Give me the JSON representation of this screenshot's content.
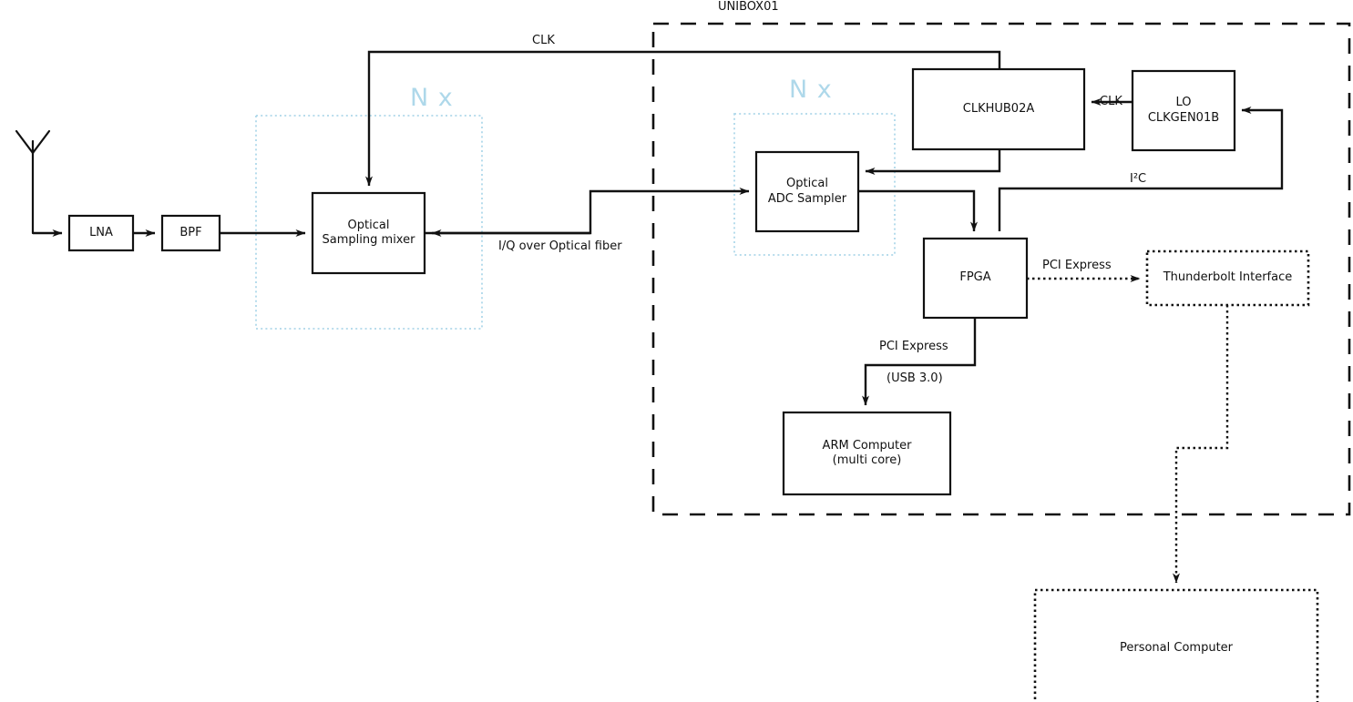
{
  "diagram": {
    "title": "UNIBOX01",
    "enclosure": {
      "label": "UNIBOX01",
      "style": "dashed"
    },
    "colors": {
      "stroke": "#111111",
      "text": "#111111",
      "nx_accent": "#aed8ea",
      "background": "#ffffff"
    },
    "repeat_groups": [
      {
        "id": "nx-left",
        "label": "N x",
        "contains": "Optical Sampling mixer"
      },
      {
        "id": "nx-right",
        "label": "N x",
        "contains": "Optical ADC Sampler"
      }
    ],
    "blocks": [
      {
        "id": "antenna",
        "label": "",
        "style": "antenna"
      },
      {
        "id": "lna",
        "label": "LNA",
        "style": "solid"
      },
      {
        "id": "bpf",
        "label": "BPF",
        "style": "solid"
      },
      {
        "id": "mixer",
        "label": "Optical\nSampling mixer",
        "line1": "Optical",
        "line2": "Sampling mixer",
        "style": "solid"
      },
      {
        "id": "adc",
        "label": "Optical\nADC Sampler",
        "line1": "Optical",
        "line2": "ADC Sampler",
        "style": "solid"
      },
      {
        "id": "clkhub",
        "label": "CLKHUB02A",
        "style": "solid"
      },
      {
        "id": "lo",
        "label": "LO\nCLKGEN01B",
        "line1": "LO",
        "line2": "CLKGEN01B",
        "style": "solid"
      },
      {
        "id": "fpga",
        "label": "FPGA",
        "style": "solid"
      },
      {
        "id": "arm",
        "label": "ARM Computer\n(multi core)",
        "line1": "ARM Computer",
        "line2": "(multi core)",
        "style": "solid"
      },
      {
        "id": "thunderbolt",
        "label": "Thunderbolt Interface",
        "style": "dotted"
      },
      {
        "id": "pc",
        "label": "Personal Computer",
        "style": "dotted"
      }
    ],
    "edge_labels": {
      "clk_top": "CLK",
      "clk_lo": "CLK",
      "iq_fiber": "I/Q over Optical fiber",
      "i2c": "I²C",
      "pcie_thunderbolt": "PCI Express",
      "pcie_arm": "PCI Express",
      "usb3": "(USB 3.0)"
    }
  }
}
